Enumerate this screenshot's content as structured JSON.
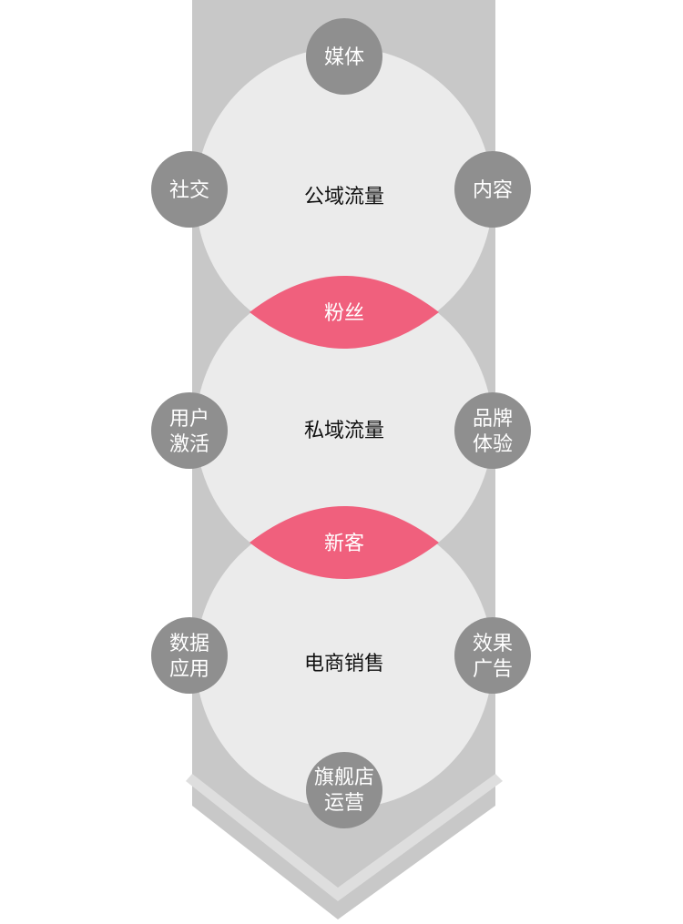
{
  "colors": {
    "band": "#c8c8c8",
    "band_chevron_highlight": "#dedede",
    "circle_fill": "#ebebeb",
    "node_fill": "#8f8f8f",
    "lens_fill": "#f0607d",
    "text_dark": "#111111",
    "text_light": "#ffffff"
  },
  "circles": {
    "public_traffic": "公域流量",
    "private_traffic": "私域流量",
    "ecommerce_sales": "电商销售"
  },
  "lenses": {
    "fans": "粉丝",
    "new_customers": "新客"
  },
  "nodes": {
    "media": [
      "媒体"
    ],
    "social": [
      "社交"
    ],
    "content": [
      "内容"
    ],
    "user_activation": [
      "用户",
      "激活"
    ],
    "brand_experience": [
      "品牌",
      "体验"
    ],
    "data_application": [
      "数据",
      "应用"
    ],
    "performance_ads": [
      "效果",
      "广告"
    ],
    "flagship_store_ops": [
      "旗舰店",
      "运营"
    ]
  }
}
